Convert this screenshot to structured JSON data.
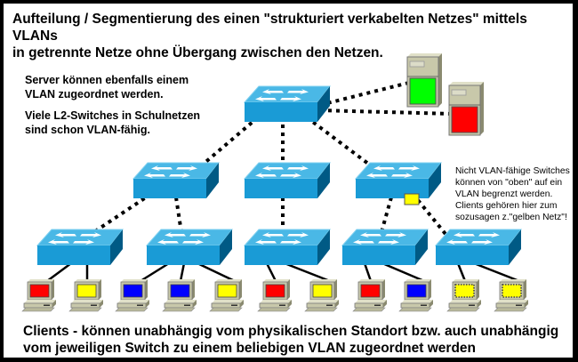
{
  "title": "Aufteilung / Segmentierung des einen \"strukturiert verkabelten Netzes\" mittels VLANs\nin getrennte Netze ohne Übergang zwischen den Netzen.",
  "notes": {
    "server": "Server können ebenfalls einem\nVLAN zugeordnet werden.",
    "l2_switches": "Viele L2-Switches in Schulnetzen\nsind schon VLAN-fähig.",
    "non_vlan_switches": "Nicht VLAN-fähige Switches\nkönnen von \"oben\" auf ein\nVLAN begrenzt werden.\nClients gehören hier zum\nsozusagen z.\"gelben Netz\"!",
    "clients": "Clients - können unabhängig vom physikalischen Standort bzw. auch unabhängig\nvom jeweiligen Switch zu einem beliebigen VLAN zugeordnet werden"
  },
  "colors": {
    "vlan_red": "#ff0000",
    "vlan_yellow": "#ffff00",
    "vlan_blue": "#0000ff",
    "vlan_green": "#00ff00",
    "switch_top": "#4ab8e6",
    "switch_front": "#1a9bd6",
    "switch_side": "#005a85",
    "device_body": "#c8c8aa"
  },
  "servers": [
    {
      "id": "server-green",
      "vlan": "green"
    },
    {
      "id": "server-red",
      "vlan": "red"
    }
  ],
  "switches": [
    {
      "id": "core"
    },
    {
      "id": "dist-left"
    },
    {
      "id": "dist-middle"
    },
    {
      "id": "dist-right",
      "vlan_port": "yellow"
    },
    {
      "id": "access-1"
    },
    {
      "id": "access-2"
    },
    {
      "id": "access-3"
    },
    {
      "id": "access-4"
    },
    {
      "id": "access-5",
      "vlan_capable": false
    }
  ],
  "clients": [
    {
      "switch": "access-1",
      "vlan": "red"
    },
    {
      "switch": "access-1",
      "vlan": "yellow"
    },
    {
      "switch": "access-2",
      "vlan": "blue"
    },
    {
      "switch": "access-2",
      "vlan": "blue"
    },
    {
      "switch": "access-2",
      "vlan": "yellow"
    },
    {
      "switch": "access-3",
      "vlan": "red"
    },
    {
      "switch": "access-3",
      "vlan": "yellow"
    },
    {
      "switch": "access-4",
      "vlan": "red"
    },
    {
      "switch": "access-4",
      "vlan": "blue"
    },
    {
      "switch": "access-5",
      "vlan": "yellow",
      "dotted": true
    },
    {
      "switch": "access-5",
      "vlan": "yellow",
      "dotted": true
    }
  ]
}
